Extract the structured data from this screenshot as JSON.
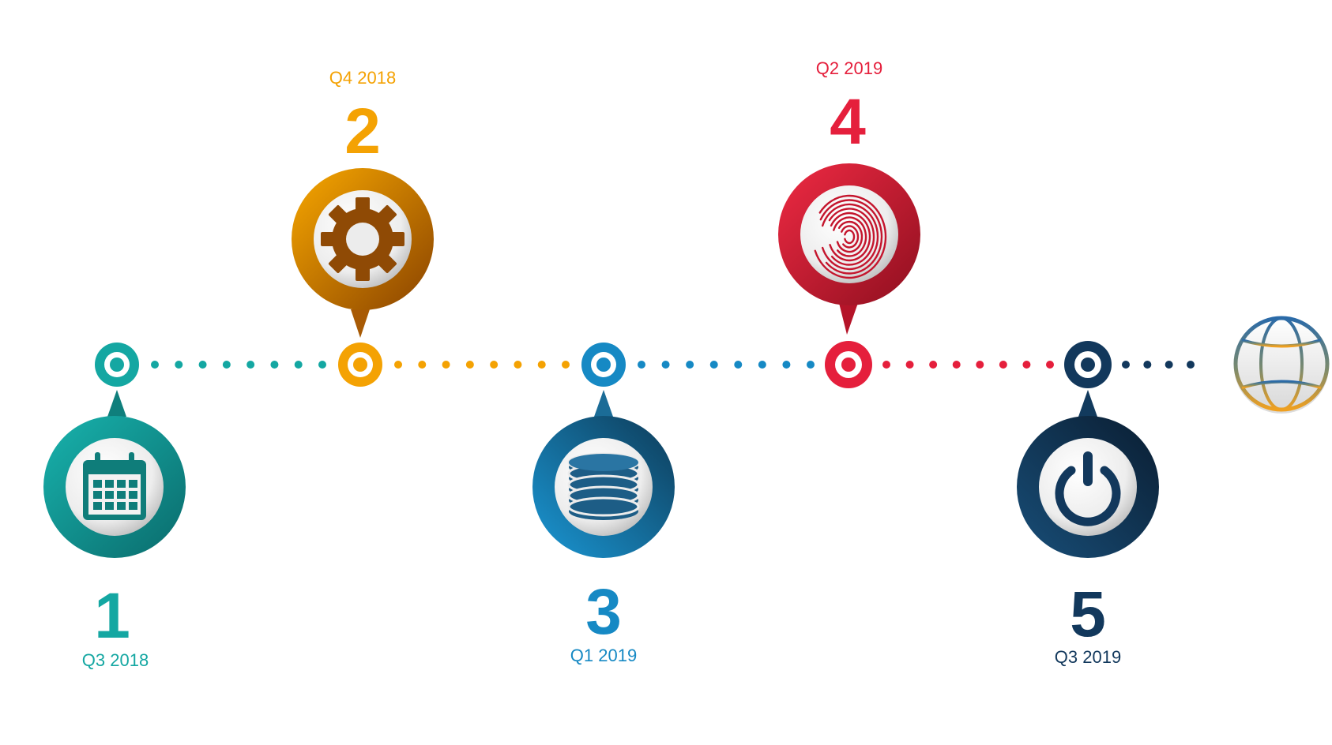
{
  "colors": {
    "teal": "#14a7a2",
    "orange": "#f4a203",
    "blue": "#1689c4",
    "red": "#e51f3c",
    "navy": "#12385c"
  },
  "milestones": [
    {
      "number": "1",
      "quarter": "Q3 2018",
      "icon": "calendar-icon",
      "color": "#14a7a2",
      "dark": "#0a6b6c"
    },
    {
      "number": "2",
      "quarter": "Q4 2018",
      "icon": "gear-icon",
      "color": "#f4a203",
      "dark": "#8a4300"
    },
    {
      "number": "3",
      "quarter": "Q1 2019",
      "icon": "database-icon",
      "color": "#1689c4",
      "dark": "#0e3b58"
    },
    {
      "number": "4",
      "quarter": "Q2 2019",
      "icon": "fingerprint-icon",
      "color": "#e51f3c",
      "dark": "#8f0f1f"
    },
    {
      "number": "5",
      "quarter": "Q3 2019",
      "icon": "power-icon",
      "color": "#12385c",
      "dark": "#0a1d31"
    }
  ],
  "end_icon": "globe-icon"
}
